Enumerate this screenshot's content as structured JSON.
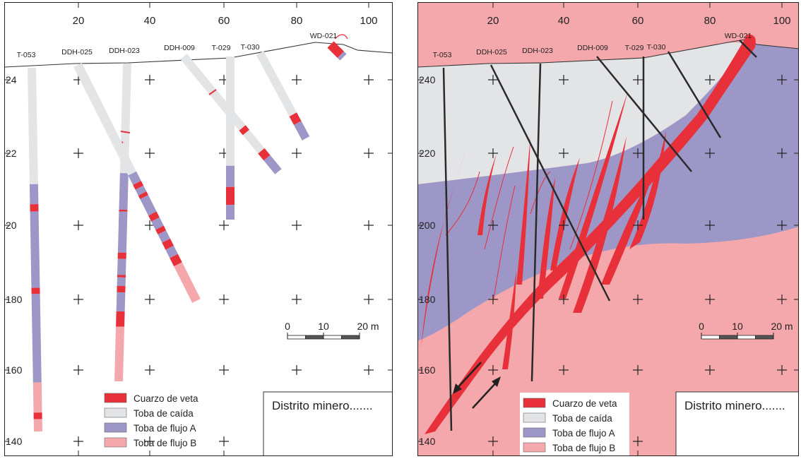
{
  "axes": {
    "x_ticks": [
      "20",
      "40",
      "60",
      "80",
      "100"
    ],
    "y_ticks": [
      "240",
      "220",
      "200",
      "180",
      "160",
      "140"
    ],
    "y_ticks_left_panel": [
      "24",
      "22",
      "20",
      "180",
      "160",
      "140"
    ]
  },
  "drillholes": [
    "T-053",
    "DDH-025",
    "DDH-023",
    "DDH-009",
    "T-029",
    "T-030",
    "WD-021"
  ],
  "legend": [
    {
      "label": "Cuarzo de veta",
      "color": "#e8303a"
    },
    {
      "label": "Toba de caída",
      "color": "#e3e4e6"
    },
    {
      "label": "Toba de flujo A",
      "color": "#9d97c8"
    },
    {
      "label": "Toba de flujo B",
      "color": "#f4a8ab"
    }
  ],
  "scale_bar": {
    "labels": [
      "0",
      "10",
      "20 m"
    ]
  },
  "title_block": "Distrito minero.......",
  "colors": {
    "vein": "#e8303a",
    "toba_caida": "#e3e4e6",
    "toba_flujo_a": "#9d97c8",
    "toba_flujo_b": "#f4a8ab",
    "drill_line": "#2a2a2a"
  }
}
